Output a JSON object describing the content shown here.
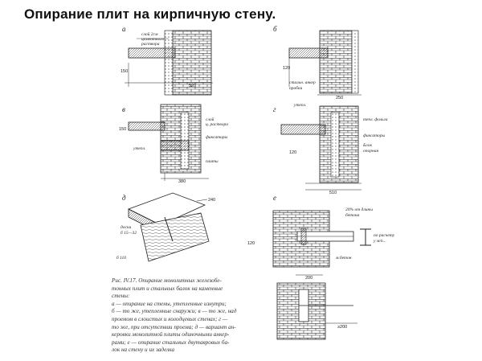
{
  "page": {
    "title": "Опирание плит на кирпичную стену."
  },
  "figures": [
    {
      "label": "а",
      "annotations": [
        "слой 2см",
        "цементного",
        "раствора"
      ],
      "dimensions": [
        "150",
        "520"
      ]
    },
    {
      "label": "б",
      "annotations": [
        "стальн. анкер",
        "пробки"
      ],
      "dimensions": [
        "120",
        "250"
      ]
    },
    {
      "label": "в",
      "annotations": [
        "слой",
        "ц. раствора",
        "фиксаторы",
        "утепл.",
        "плиты"
      ],
      "dimensions": [
        "150",
        "380"
      ]
    },
    {
      "label": "г",
      "annotations": [
        "утепл.",
        "тепл. фольга",
        "фиксаторы",
        "Блок",
        "опорная"
      ],
      "dimensions": [
        "120",
        "510"
      ]
    },
    {
      "label": "д",
      "annotations": [
        "доски",
        "б 15—32",
        "б 110"
      ],
      "dimensions": [
        "240"
      ]
    },
    {
      "label": "е",
      "annotations": [
        "20% от длины",
        "бетона",
        "по расчету",
        "у м/п...",
        "м.бетон"
      ],
      "dimensions": [
        "120",
        "200",
        "≥200"
      ]
    }
  ],
  "caption": {
    "lines": [
      "Рис. IV.17. Опирание монолитных железобе-",
      "тонных плит и стальных балок на каменные",
      "стены:",
      "а — опирание на стены, утепленные изнутри;",
      "б — то же, утепленные снаружи; в — то же, над",
      "проемом в слоистых и колодцевых стенах; г —",
      "то же, при отсутствии проема; д — вариант ан-",
      "керовки монолитной плиты одиночными анкер-",
      "рами; е — опирание стальных двутавровых ба-",
      "лок на стену и их заделка"
    ]
  }
}
